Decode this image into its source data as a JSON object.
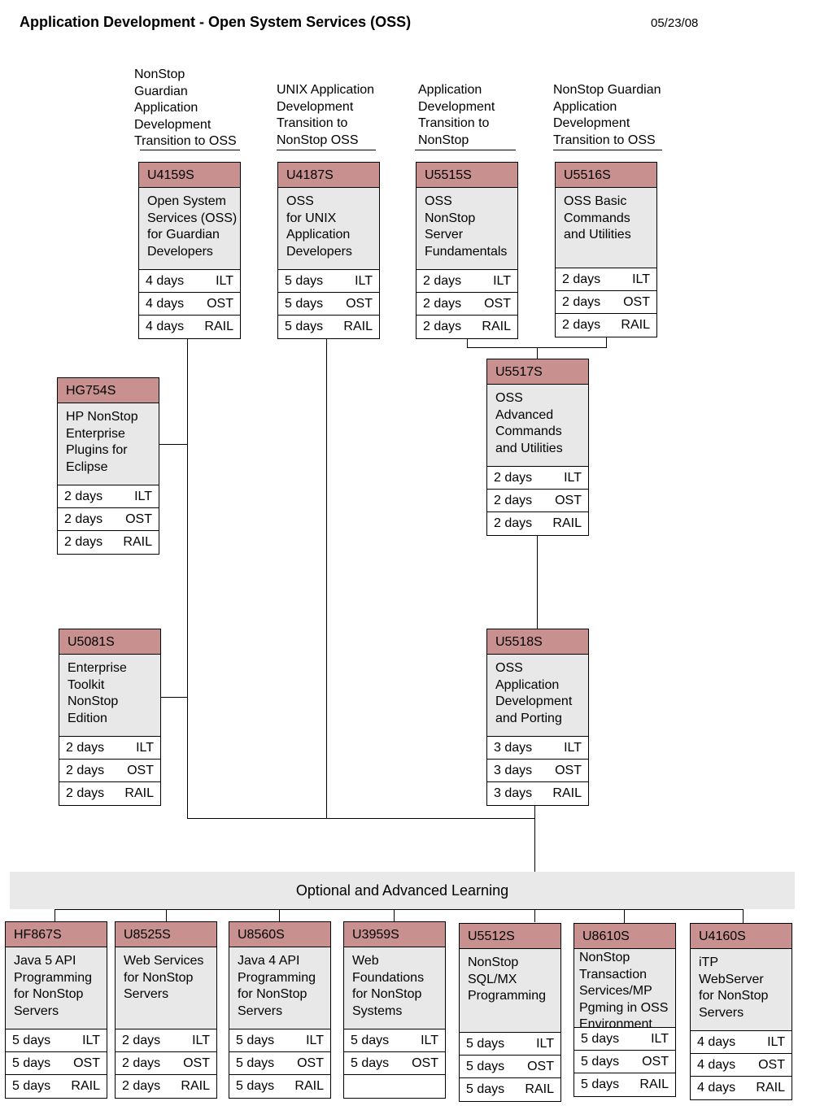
{
  "header": {
    "title": "Application Development - Open System Services (OSS)",
    "date": "05/23/08"
  },
  "tracks": {
    "guardian": "NonStop\nGuardian\nApplication\nDevelopment\nTransition to OSS",
    "unix": "UNIX Application\nDevelopment\nTransition to\nNonStop OSS",
    "app_nonstop": "Application\nDevelopment\nTransition to\nNonStop",
    "guardian2": "NonStop Guardian\nApplication\nDevelopment\nTransition to OSS"
  },
  "optional_label": "Optional and Advanced Learning",
  "courses": {
    "U4159S": {
      "code": "U4159S",
      "name": "Open System\nServices (OSS)\nfor Guardian\nDevelopers",
      "rows": [
        {
          "days": "4 days",
          "type": "ILT"
        },
        {
          "days": "4 days",
          "type": "OST"
        },
        {
          "days": "4 days",
          "type": "RAIL"
        }
      ]
    },
    "U4187S": {
      "code": "U4187S",
      "name": "OSS\nfor UNIX\nApplication\nDevelopers",
      "rows": [
        {
          "days": "5 days",
          "type": "ILT"
        },
        {
          "days": "5 days",
          "type": "OST"
        },
        {
          "days": "5 days",
          "type": "RAIL"
        }
      ]
    },
    "U5515S": {
      "code": "U5515S",
      "name": "OSS\nNonStop\nServer\nFundamentals",
      "rows": [
        {
          "days": "2 days",
          "type": "ILT"
        },
        {
          "days": "2 days",
          "type": "OST"
        },
        {
          "days": "2 days",
          "type": "RAIL"
        }
      ]
    },
    "U5516S": {
      "code": "U5516S",
      "name": "OSS Basic\nCommands\nand Utilities",
      "rows": [
        {
          "days": "2 days",
          "type": "ILT"
        },
        {
          "days": "2 days",
          "type": "OST"
        },
        {
          "days": "2 days",
          "type": "RAIL"
        }
      ]
    },
    "HG754S": {
      "code": "HG754S",
      "name": "HP NonStop\nEnterprise\nPlugins for\nEclipse",
      "rows": [
        {
          "days": "2 days",
          "type": "ILT"
        },
        {
          "days": "2 days",
          "type": "OST"
        },
        {
          "days": "2 days",
          "type": "RAIL"
        }
      ]
    },
    "U5517S": {
      "code": "U5517S",
      "name": "OSS\nAdvanced\nCommands\nand Utilities",
      "rows": [
        {
          "days": "2 days",
          "type": "ILT"
        },
        {
          "days": "2 days",
          "type": "OST"
        },
        {
          "days": "2 days",
          "type": "RAIL"
        }
      ]
    },
    "U5081S": {
      "code": "U5081S",
      "name": "Enterprise\nToolkit\nNonStop\nEdition",
      "rows": [
        {
          "days": "2 days",
          "type": "ILT"
        },
        {
          "days": "2 days",
          "type": "OST"
        },
        {
          "days": "2 days",
          "type": "RAIL"
        }
      ]
    },
    "U5518S": {
      "code": "U5518S",
      "name": "OSS\nApplication\nDevelopment\nand Porting",
      "rows": [
        {
          "days": "3 days",
          "type": "ILT"
        },
        {
          "days": "3 days",
          "type": "OST"
        },
        {
          "days": "3 days",
          "type": "RAIL"
        }
      ]
    },
    "HF867S": {
      "code": "HF867S",
      "name": "Java 5 API\nProgramming\nfor NonStop\nServers",
      "rows": [
        {
          "days": "5 days",
          "type": "ILT"
        },
        {
          "days": "5 days",
          "type": "OST"
        },
        {
          "days": "5 days",
          "type": "RAIL"
        }
      ]
    },
    "U8525S": {
      "code": "U8525S",
      "name": "Web Services\nfor NonStop\nServers",
      "rows": [
        {
          "days": "2 days",
          "type": "ILT"
        },
        {
          "days": "2 days",
          "type": "OST"
        },
        {
          "days": "2 days",
          "type": "RAIL"
        }
      ]
    },
    "U8560S": {
      "code": "U8560S",
      "name": "Java 4 API\nProgramming\nfor NonStop\nServers",
      "rows": [
        {
          "days": "5 days",
          "type": "ILT"
        },
        {
          "days": "5 days",
          "type": "OST"
        },
        {
          "days": "5 days",
          "type": "RAIL"
        }
      ]
    },
    "U3959S": {
      "code": "U3959S",
      "name": "Web\nFoundations\nfor NonStop\nSystems",
      "rows": [
        {
          "days": "5 days",
          "type": "ILT"
        },
        {
          "days": "5 days",
          "type": "OST"
        },
        {
          "days": "",
          "type": ""
        }
      ]
    },
    "U5512S": {
      "code": "U5512S",
      "name": "NonStop\nSQL/MX\nProgramming",
      "rows": [
        {
          "days": "5 days",
          "type": "ILT"
        },
        {
          "days": "5 days",
          "type": "OST"
        },
        {
          "days": "5 days",
          "type": "RAIL"
        }
      ]
    },
    "U8610S": {
      "code": "U8610S",
      "name": "NonStop\nTransaction\nServices/MP\nPgming in OSS\nEnvironment",
      "rows": [
        {
          "days": "5 days",
          "type": "ILT"
        },
        {
          "days": "5 days",
          "type": "OST"
        },
        {
          "days": "5 days",
          "type": "RAIL"
        }
      ]
    },
    "U4160S": {
      "code": "U4160S",
      "name": "iTP\nWebServer\nfor NonStop\nServers",
      "rows": [
        {
          "days": "4 days",
          "type": "ILT"
        },
        {
          "days": "4 days",
          "type": "OST"
        },
        {
          "days": "4 days",
          "type": "RAIL"
        }
      ]
    }
  }
}
